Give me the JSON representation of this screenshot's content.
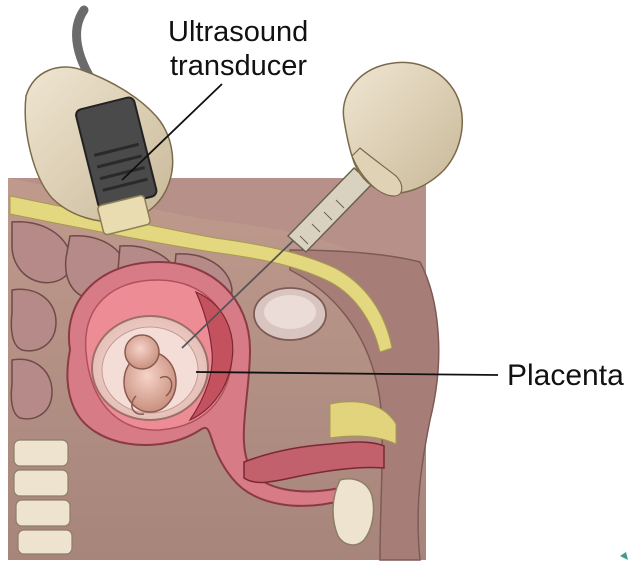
{
  "labels": {
    "transducer_line1": "Ultrasound",
    "transducer_line2": "transducer",
    "placenta": "Placenta"
  },
  "colors": {
    "skin": "#c9a08f",
    "fat": "#e7dc8a",
    "muscle_wall": "#d8828a",
    "uterus_inner": "#f08a92",
    "fetus": "#f2c6b8",
    "hand": "#e8dcc4",
    "transducer": "#4a4a4a",
    "background": "#ffffff"
  },
  "icons": {
    "transducer": "transducer-icon",
    "needle": "syringe-icon"
  }
}
